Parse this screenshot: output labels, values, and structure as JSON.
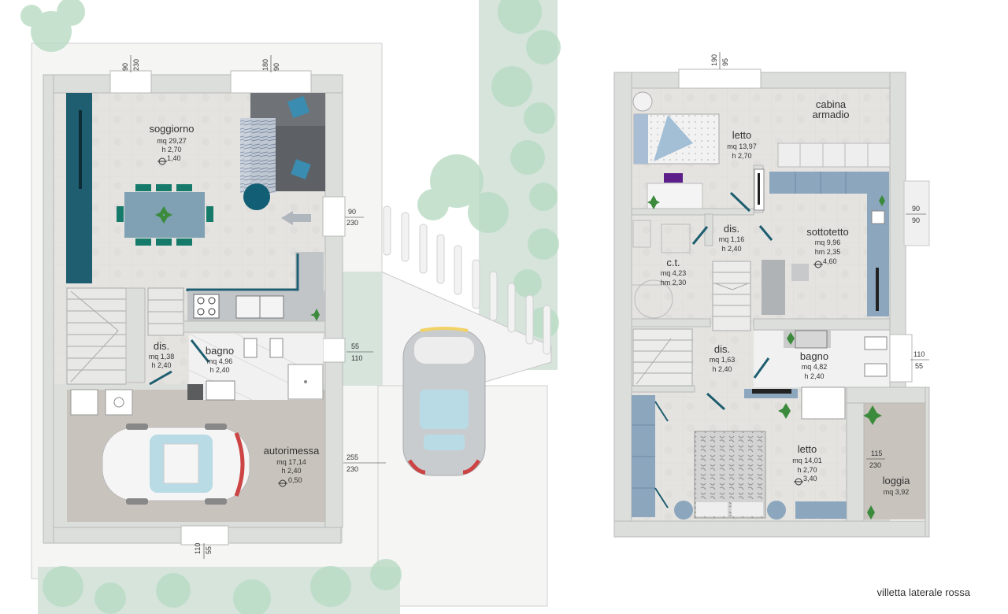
{
  "caption": "villetta laterale rossa",
  "ground_floor": {
    "rooms": {
      "soggiorno": {
        "name": "soggiorno",
        "area": "mq 29,27",
        "height": "h 2,70",
        "level": "1,40"
      },
      "dis": {
        "name": "dis.",
        "area": "mq 1,38",
        "height": "h 2,40"
      },
      "bagno": {
        "name": "bagno",
        "area": "mq 4,96",
        "height": "h 2,40"
      },
      "autorimessa": {
        "name": "autorimessa",
        "area": "mq 17,14",
        "height": "h 2,40",
        "level": "0,50"
      }
    },
    "dims": {
      "top_left": [
        "90",
        "230"
      ],
      "top_right": [
        "180",
        "90"
      ],
      "right_upper": [
        "90",
        "230"
      ],
      "right_middle": [
        "55",
        "110"
      ],
      "right_lower": [
        "255",
        "230"
      ],
      "bottom": [
        "110",
        "55"
      ]
    }
  },
  "upper_floor": {
    "rooms": {
      "cabina": {
        "name_line1": "cabina",
        "name_line2": "armadio"
      },
      "letto1": {
        "name": "letto",
        "area": "mq 13,97",
        "height": "h 2,70"
      },
      "dis1": {
        "name": "dis.",
        "area": "mq 1,16",
        "height": "h 2,40"
      },
      "sottotetto": {
        "name": "sottotetto",
        "area": "mq 9,96",
        "height": "hm 2,35",
        "level": "4,60"
      },
      "ct": {
        "name": "c.t.",
        "area": "mq 4,23",
        "height": "hm 2,30"
      },
      "dis2": {
        "name": "dis.",
        "area": "mq 1,63",
        "height": "h 2,40"
      },
      "bagno": {
        "name": "bagno",
        "area": "mq 4,82",
        "height": "h 2,40"
      },
      "letto2": {
        "name": "letto",
        "area": "mq 14,01",
        "height": "h 2,70",
        "level": "3,40"
      },
      "loggia": {
        "name": "loggia",
        "area": "mq 3,92"
      }
    },
    "dims": {
      "top": [
        "190",
        "95"
      ],
      "right_upper": [
        "90",
        "90"
      ],
      "right_middle": [
        "110",
        "55"
      ],
      "loggia": [
        "115",
        "230"
      ]
    }
  },
  "icons": [
    "plant-icon",
    "car-icon",
    "level-marker-icon",
    "stove-icon",
    "sink-icon",
    "shower-icon",
    "toilet-icon",
    "bed-icon",
    "sofa-icon",
    "table-icon",
    "chair-icon",
    "tree-icon"
  ]
}
